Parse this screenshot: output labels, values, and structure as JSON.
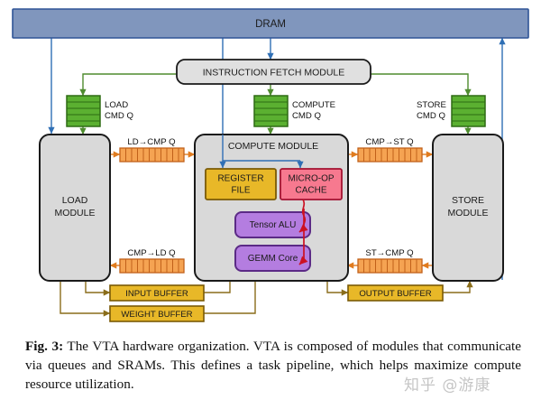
{
  "figure": {
    "dram": {
      "label": "DRAM"
    },
    "fetch": {
      "label": "INSTRUCTION FETCH MODULE"
    },
    "cmd_queues": [
      {
        "id": "load-cmd-q",
        "line1": "LOAD",
        "line2": "CMD Q"
      },
      {
        "id": "compute-cmd-q",
        "line1": "COMPUTE",
        "line2": "CMD Q"
      },
      {
        "id": "store-cmd-q",
        "line1": "STORE",
        "line2": "CMD Q"
      }
    ],
    "modules": [
      {
        "id": "load-module",
        "line1": "LOAD",
        "line2": "MODULE"
      },
      {
        "id": "compute-module",
        "label": "COMPUTE MODULE"
      },
      {
        "id": "store-module",
        "line1": "STORE",
        "line2": "MODULE"
      }
    ],
    "dependency_queues": [
      {
        "id": "ld-cmp-q",
        "label": "LD→CMP Q"
      },
      {
        "id": "cmp-st-q",
        "label": "CMP→ST Q"
      },
      {
        "id": "cmp-ld-q",
        "label": "CMP→LD Q"
      },
      {
        "id": "st-cmp-q",
        "label": "ST→CMP Q"
      }
    ],
    "compute_units": [
      {
        "id": "register-file",
        "line1": "REGISTER",
        "line2": "FILE"
      },
      {
        "id": "micro-op-cache",
        "line1": "MICRO-OP",
        "line2": "CACHE"
      },
      {
        "id": "tensor-alu",
        "label": "Tensor ALU"
      },
      {
        "id": "gemm-core",
        "label": "GEMM Core"
      }
    ],
    "buffers": [
      {
        "id": "input-buffer",
        "label": "INPUT BUFFER"
      },
      {
        "id": "weight-buffer",
        "label": "WEIGHT BUFFER"
      },
      {
        "id": "output-buffer",
        "label": "OUTPUT BUFFER"
      }
    ],
    "colors": {
      "dram_fill": "#8096bd",
      "dram_stroke": "#2f5496",
      "fetch_fill": "#e0e0e0",
      "fetch_stroke": "#1a1a1a",
      "module_fill": "#d9d9d9",
      "module_stroke": "#1a1a1a",
      "cmdq_fill": "#5bb031",
      "cmdq_stroke": "#2e6b14",
      "queue_fill": "#f5a352",
      "queue_stroke": "#c1611a",
      "register_fill": "#e8b828",
      "register_stroke": "#7a5a06",
      "microop_fill": "#f7798f",
      "microop_stroke": "#a31230",
      "alu_fill": "#b47de0",
      "alu_stroke": "#5b2a86",
      "buffer_fill": "#e8b828",
      "buffer_stroke": "#7a5a06",
      "arrow_blue": "#2f6fb5",
      "arrow_green": "#4f8c2f",
      "arrow_orange": "#e07b1e",
      "arrow_gold": "#8a6d1a",
      "arrow_red": "#cc1122"
    }
  },
  "caption": {
    "number": "Fig. 3:",
    "text": " The VTA hardware organization. VTA is composed of modules that communicate via queues and SRAMs. This defines a task pipeline, which helps maximize compute resource utilization."
  },
  "watermark": {
    "text": "知乎 @游康"
  }
}
